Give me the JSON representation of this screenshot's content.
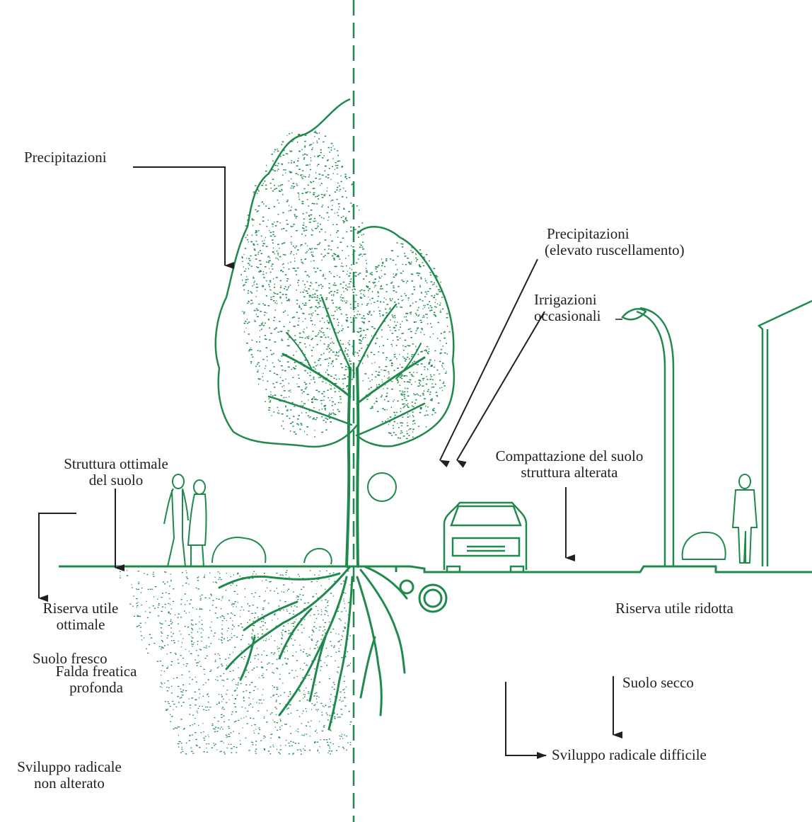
{
  "colors": {
    "vegetation": "#1f8a4c",
    "text": "#231f20",
    "arrow": "#231f20",
    "background": "#ffffff"
  },
  "labels": {
    "left": {
      "precipitazioni": "Precipitazioni",
      "struttura_line1": "Struttura ottimale",
      "struttura_line2": "del suolo",
      "riserva_line1": "Riserva utile",
      "riserva_line2": "ottimale",
      "suolo_fresco": "Suolo fresco",
      "falda_line1": "Falda freatica",
      "falda_line2": "profonda",
      "sviluppo_line1": "Sviluppo radicale",
      "sviluppo_line2": "non alterato"
    },
    "right": {
      "precip_line1": "Precipitazioni",
      "precip_line2": "(elevato ruscellamento)",
      "irrigazioni_line1": "Irrigazioni",
      "irrigazioni_line2": "occasionali",
      "compattazione_line1": "Compattazione del suolo",
      "compattazione_line2": "struttura alterata",
      "riserva_ridotta": "Riserva utile ridotta",
      "suolo_secco": "Suolo secco",
      "sviluppo_difficile": "Sviluppo radicale difficile"
    }
  }
}
